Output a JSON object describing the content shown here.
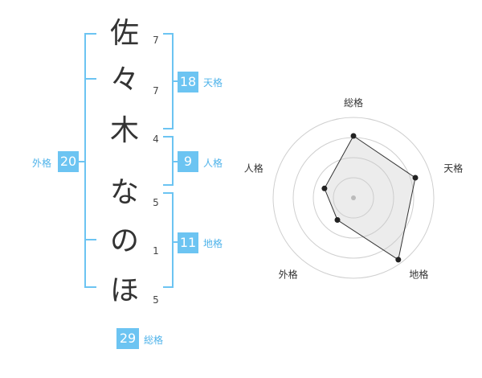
{
  "name": {
    "chars": [
      "佐",
      "々",
      "木",
      "な",
      "の",
      "ほ"
    ],
    "strokes": [
      "7",
      "7",
      "4",
      "5",
      "1",
      "5"
    ]
  },
  "kaku": {
    "tenkaku": {
      "value": "18",
      "label": "天格"
    },
    "jinkaku": {
      "value": "9",
      "label": "人格"
    },
    "chikaku": {
      "value": "11",
      "label": "地格"
    },
    "gaikaku": {
      "value": "20",
      "label": "外格"
    },
    "soukaku": {
      "value": "29",
      "label": "総格"
    }
  },
  "colors": {
    "bracket": "#6cc4f2",
    "accent": "#6cc4f2",
    "label": "#4fb3ea"
  },
  "chart_data": {
    "type": "radar",
    "axes": [
      "総格",
      "天格",
      "地格",
      "外格",
      "人格"
    ],
    "values": [
      0.77,
      0.81,
      0.95,
      0.34,
      0.38
    ],
    "scale": [
      0,
      1
    ],
    "rings": 4
  }
}
